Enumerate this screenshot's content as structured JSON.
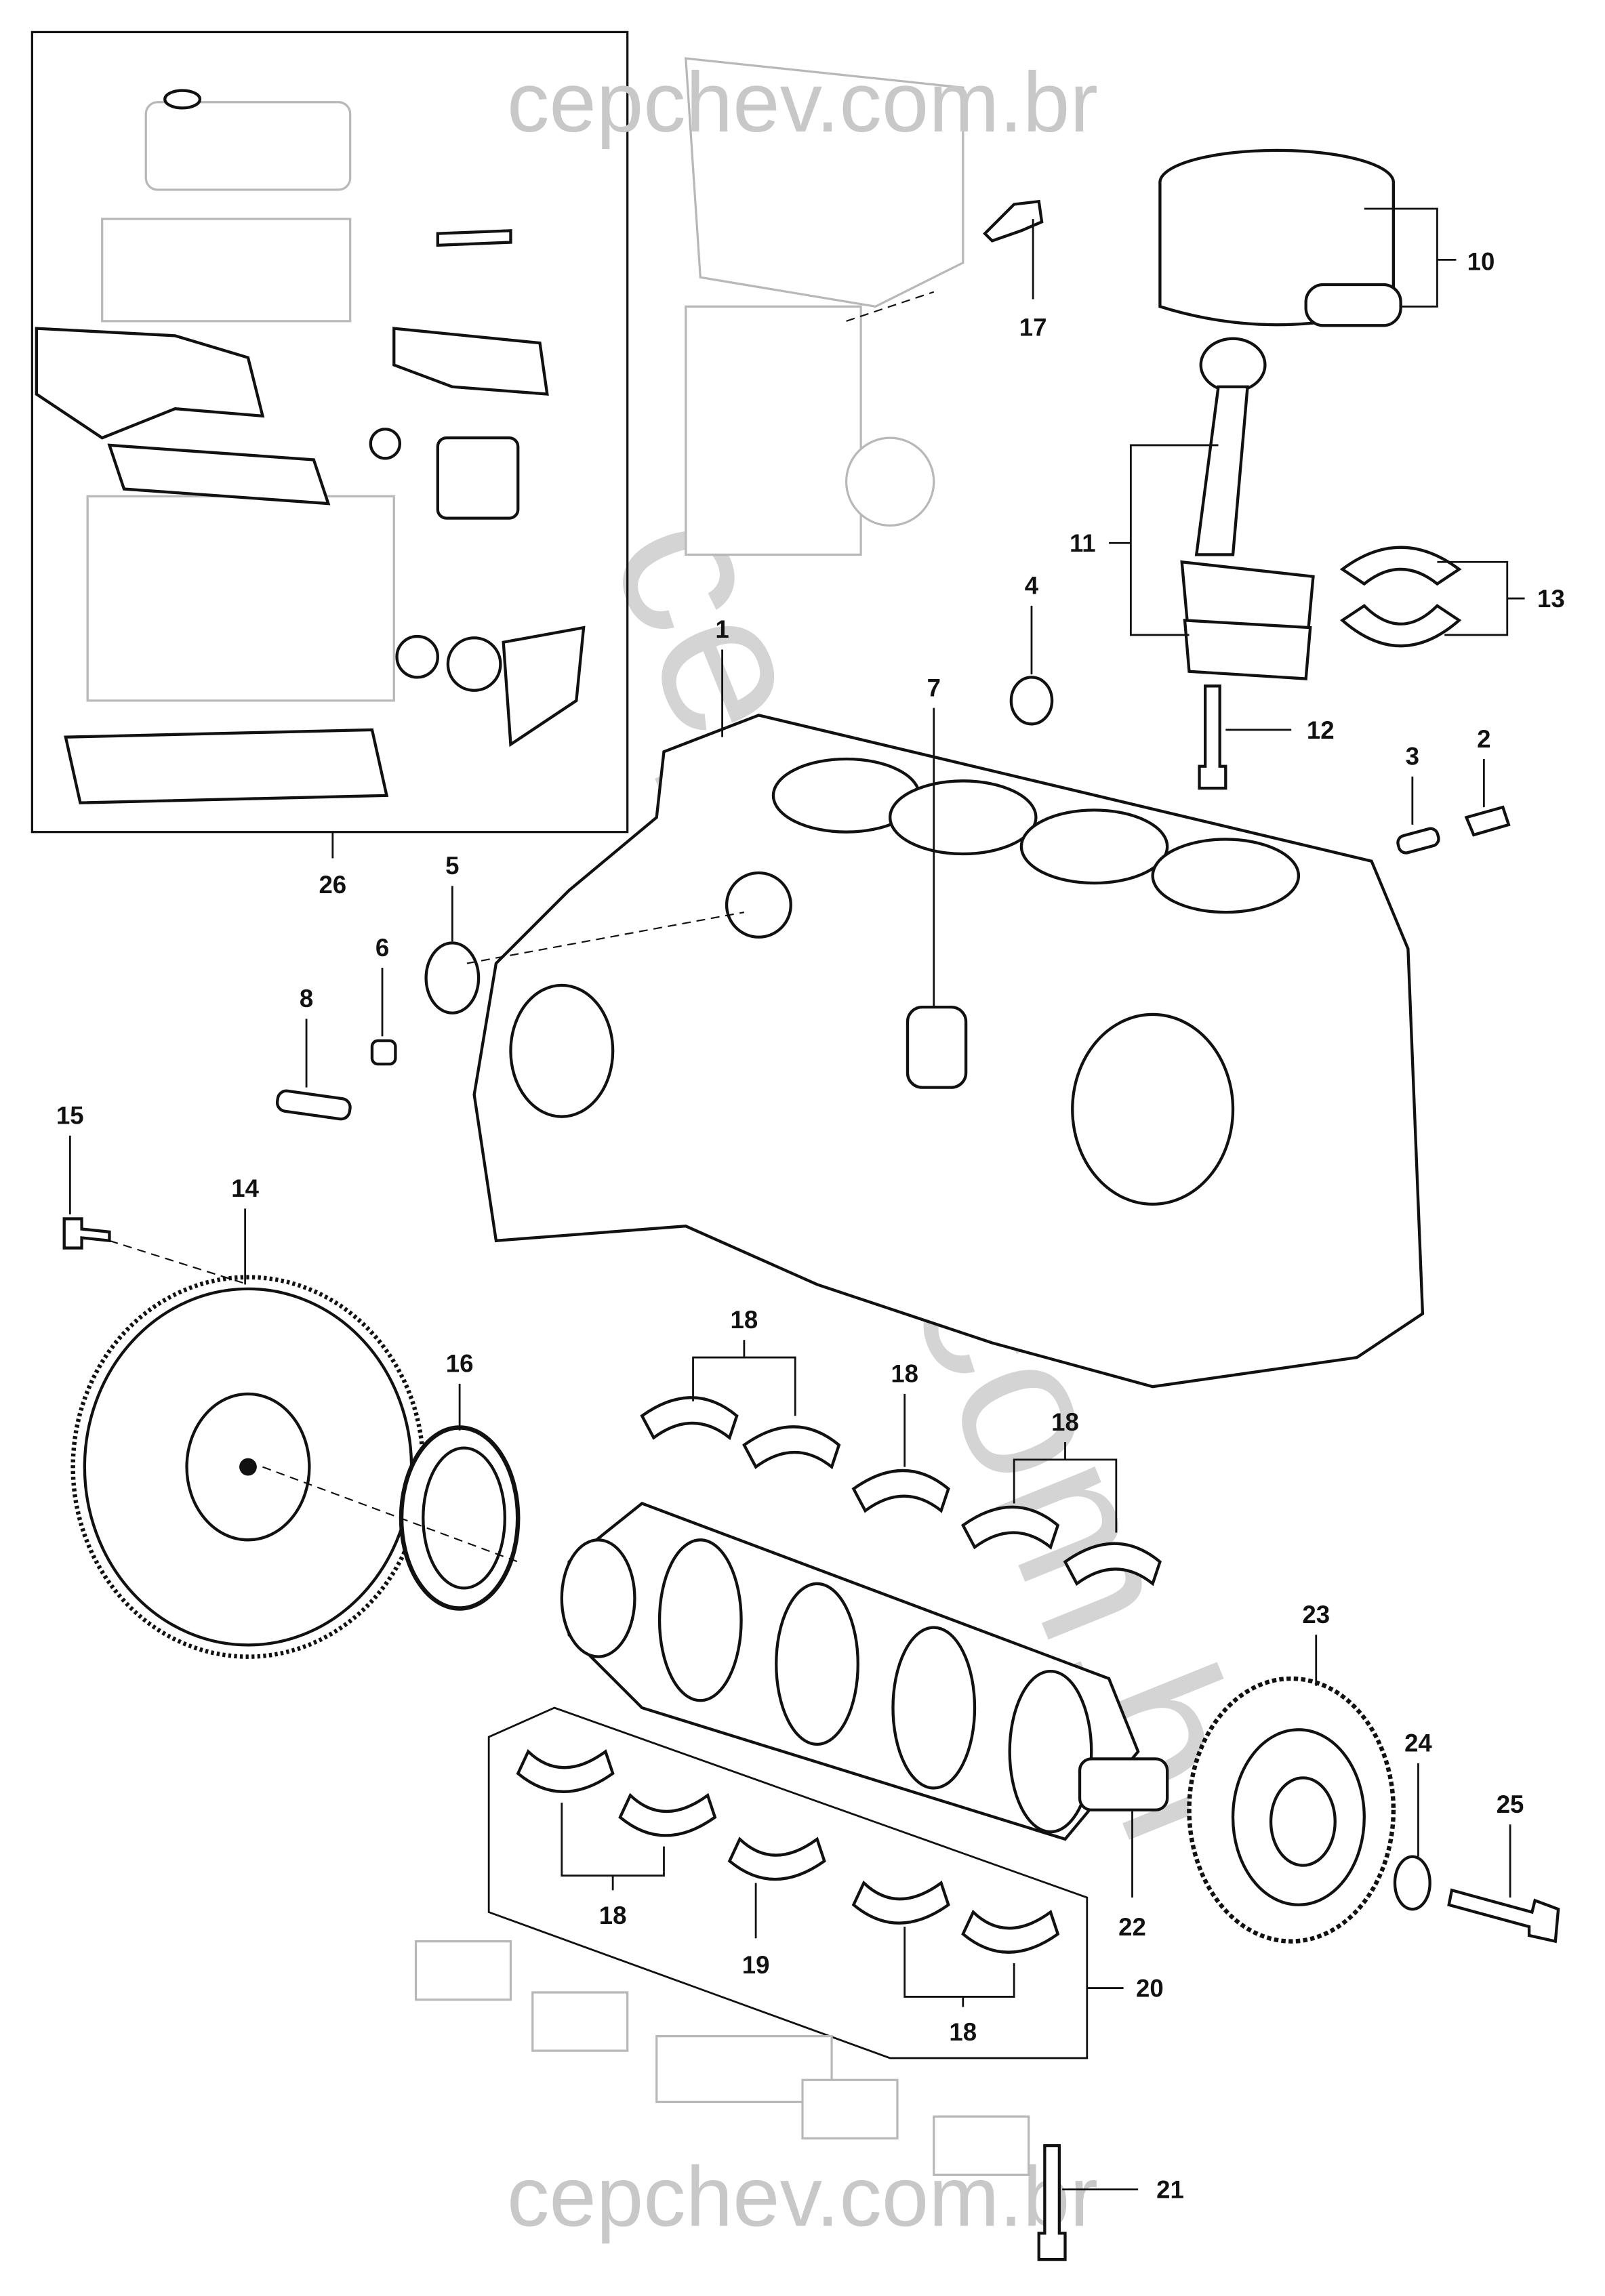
{
  "watermark": {
    "top": "cepchev.com.br",
    "bottom": "cepchev.com.br",
    "diagonal": "cepchev.com.br"
  },
  "labels": {
    "l1": "1",
    "l2": "2",
    "l3": "3",
    "l4": "4",
    "l5": "5",
    "l6": "6",
    "l7": "7",
    "l8": "8",
    "l10": "10",
    "l11": "11",
    "l12": "12",
    "l13": "13",
    "l14": "14",
    "l15": "15",
    "l16": "16",
    "l17": "17",
    "l18a": "18",
    "l18b": "18",
    "l18c": "18",
    "l18d": "18",
    "l18e": "18",
    "l19": "19",
    "l20": "20",
    "l21": "21",
    "l22": "22",
    "l23": "23",
    "l24": "24",
    "l25": "25",
    "l26": "26"
  }
}
